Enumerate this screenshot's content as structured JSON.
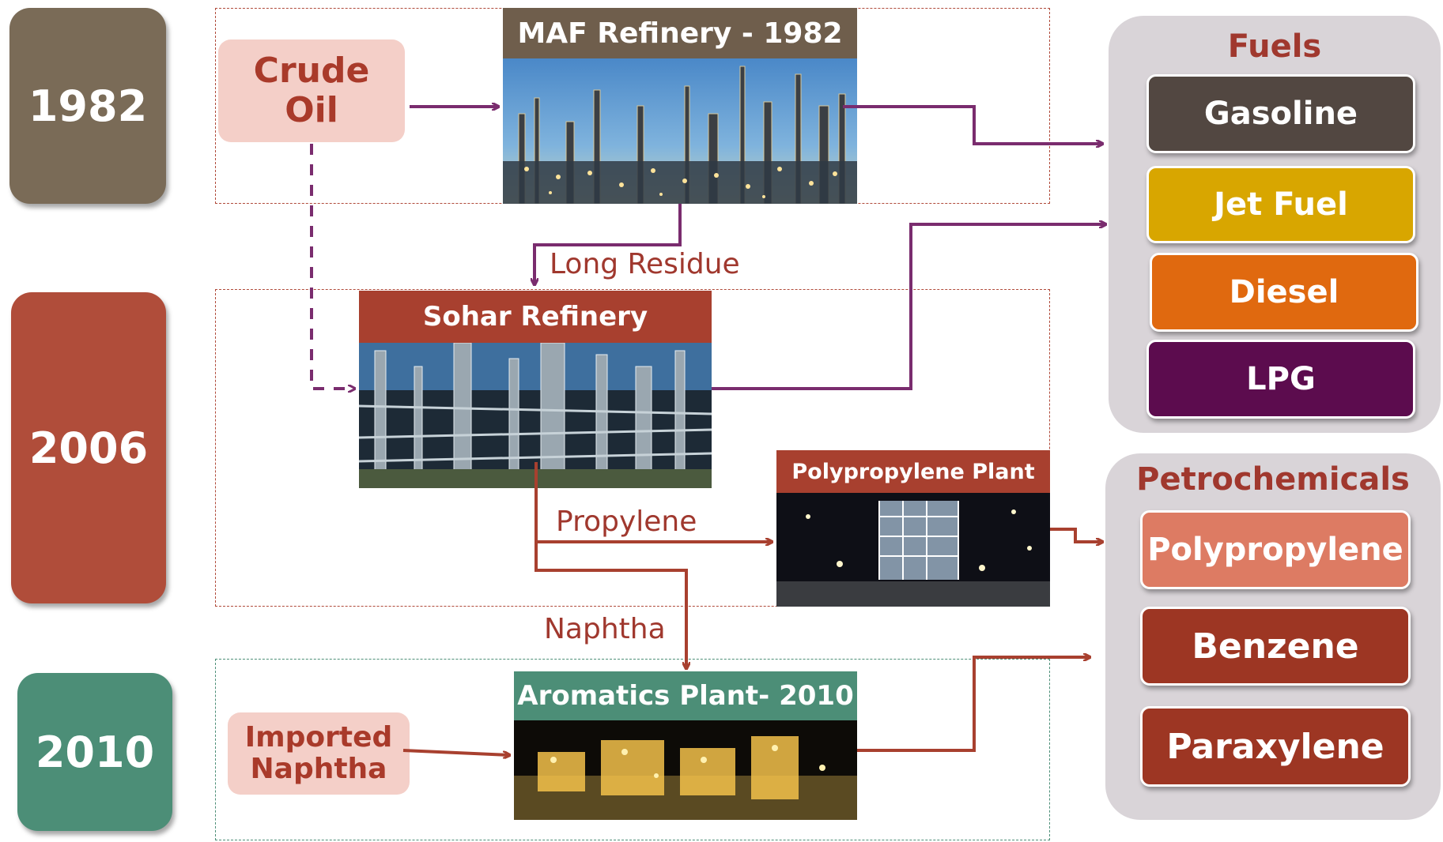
{
  "years": [
    {
      "label": "1982",
      "color": "#7a6b57"
    },
    {
      "label": "2006",
      "color": "#b04d3a"
    },
    {
      "label": "2010",
      "color": "#4c8e77"
    }
  ],
  "sources": {
    "crude_oil": "Crude\nOil",
    "imported_naphtha": "Imported\nNaphtha"
  },
  "plants": {
    "maf": {
      "title": "MAF Refinery - 1982",
      "title_color": "#6f5e4c"
    },
    "sohar": {
      "title": "Sohar Refinery",
      "title_color": "#a8402f"
    },
    "polypropylene": {
      "title": "Polypropylene Plant",
      "title_color": "#a8402f"
    },
    "aromatics": {
      "title": "Aromatics Plant- 2010",
      "title_color": "#4c8e77"
    }
  },
  "flows": {
    "long_residue": "Long Residue",
    "propylene": "Propylene",
    "naphtha": "Naphtha"
  },
  "fuels": {
    "title": "Fuels",
    "items": [
      {
        "label": "Gasoline",
        "color": "#524741"
      },
      {
        "label": "Jet Fuel",
        "color": "#d8a600"
      },
      {
        "label": "Diesel",
        "color": "#e0690f"
      },
      {
        "label": "LPG",
        "color": "#5c0c4e"
      }
    ]
  },
  "petrochemicals": {
    "title": "Petrochemicals",
    "items": [
      {
        "label": "Polypropylene",
        "color": "#dd7b63"
      },
      {
        "label": "Benzene",
        "color": "#9d3623"
      },
      {
        "label": "Paraxylene",
        "color": "#9d3623"
      }
    ]
  },
  "colors": {
    "purple_arrow": "#7a2c6e",
    "red_arrow": "#a8402f"
  }
}
